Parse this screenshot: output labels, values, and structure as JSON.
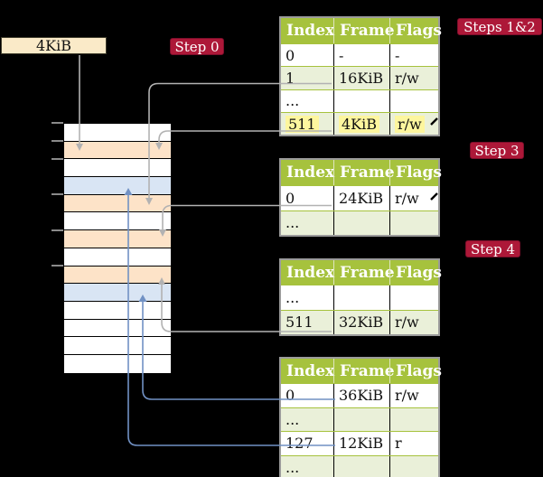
{
  "labels": {
    "size_box": "4KiB",
    "step0": "Step 0",
    "steps12": "Steps 1&2",
    "step3": "Step 3",
    "step4": "Step 4"
  },
  "table_headers": [
    "Index",
    "Frame",
    "Flags"
  ],
  "tables": {
    "t1": {
      "rows": [
        {
          "index": "0",
          "frame": "-",
          "flags": "-"
        },
        {
          "index": "1",
          "frame": "16KiB",
          "flags": "r/w"
        },
        {
          "index": "...",
          "frame": "",
          "flags": ""
        },
        {
          "index": "511",
          "frame": "4KiB",
          "flags": "r/w"
        }
      ]
    },
    "t2": {
      "rows": [
        {
          "index": "0",
          "frame": "24KiB",
          "flags": "r/w"
        },
        {
          "index": "...",
          "frame": "",
          "flags": ""
        }
      ]
    },
    "t3": {
      "rows": [
        {
          "index": "...",
          "frame": "",
          "flags": ""
        },
        {
          "index": "511",
          "frame": "32KiB",
          "flags": "r/w"
        }
      ]
    },
    "t4": {
      "rows": [
        {
          "index": "0",
          "frame": "36KiB",
          "flags": "r/w"
        },
        {
          "index": "...",
          "frame": "",
          "flags": ""
        },
        {
          "index": "127",
          "frame": "12KiB",
          "flags": "r"
        },
        {
          "index": "...",
          "frame": "",
          "flags": ""
        }
      ]
    }
  },
  "memory_strip": {
    "rows": [
      "white",
      "orange",
      "white",
      "blue",
      "orange",
      "white",
      "orange",
      "white",
      "orange",
      "blue",
      "white",
      "white",
      "white",
      "white"
    ]
  },
  "colors": {
    "background": "#000000",
    "chip_red": "#ad1838",
    "table_header_green": "#a6c23d",
    "table_row_green": "#eaf0d9",
    "frame_orange": "#fde3c8",
    "frame_blue": "#d9e5f4",
    "size_box_cream": "#faeac8",
    "highlight_yellow": "#fdf69e",
    "gray_arrow": "#b2b2b2",
    "blue_arrow": "#7191c4"
  }
}
